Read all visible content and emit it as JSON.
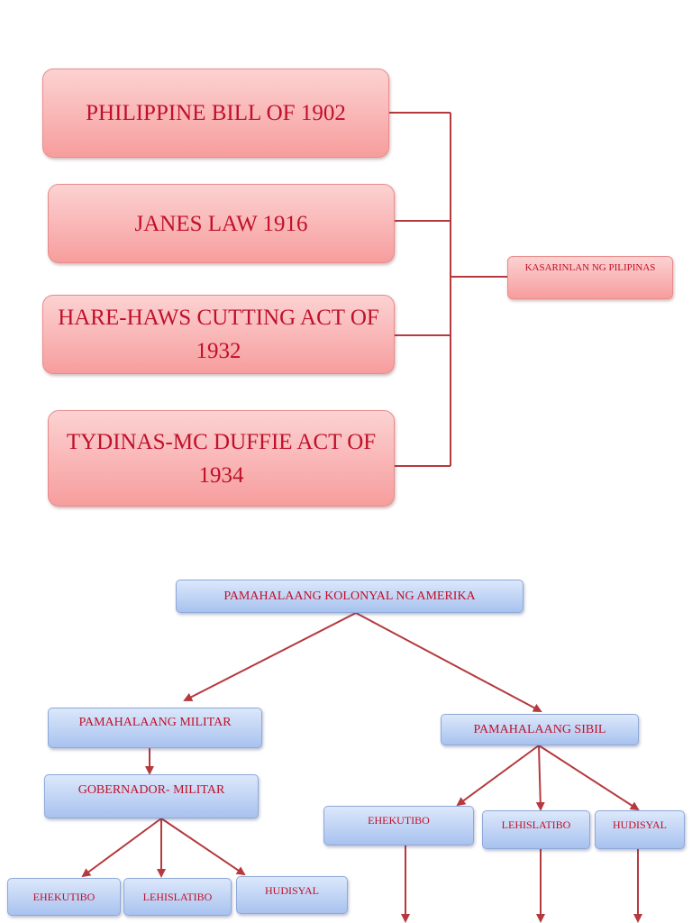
{
  "top_diagram": {
    "acts": [
      "PHILIPPINE BILL OF 1902",
      "JANES LAW 1916",
      "HARE-HAWS CUTTING ACT OF 1932",
      "TYDINAS-MC DUFFIE ACT OF 1934"
    ],
    "target": "KASARINLAN NG PILIPINAS"
  },
  "bottom_diagram": {
    "root": "PAMAHALAANG KOLONYAL NG AMERIKA",
    "military": {
      "label": "PAMAHALAANG MILITAR",
      "sub": "GOBERNADOR- MILITAR",
      "branches": [
        "EHEKUTIBO",
        "LEHISLATIBO",
        "HUDISYAL"
      ]
    },
    "civil": {
      "label": "PAMAHALAANG SIBIL",
      "branches": [
        "EHEKUTIBO",
        "LEHISLATIBO",
        "HUDISYAL"
      ]
    }
  },
  "colors": {
    "text": "#c0102a",
    "connector": "#b5393d",
    "pink_box": "#f9b4b4",
    "blue_box": "#c3d5f6"
  }
}
